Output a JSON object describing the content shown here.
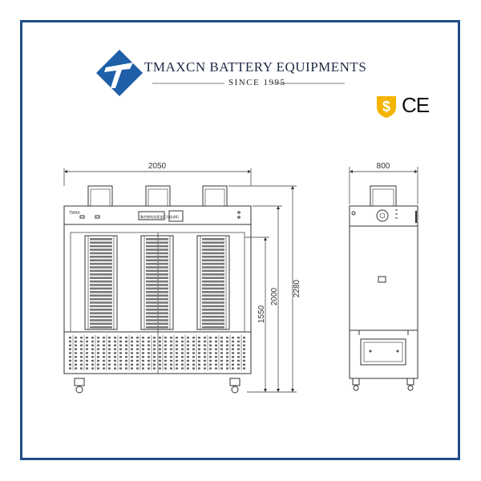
{
  "brand": {
    "name": "TMAXCN BATTERY EQUIPMENTS",
    "since": "SINCE 1995",
    "logo_color": "#1f5fa8",
    "frame_color": "#1f4e86"
  },
  "certifications": {
    "sgs_icon": "sgs-shield-icon",
    "ce_mark": "CE"
  },
  "drawing": {
    "front": {
      "width_label": "2050",
      "height_overall_label": "2280",
      "height_cabinet_label": "2000",
      "height_rack_label": "1550",
      "panel_title": "聚合物电池高温压力化成柜",
      "panel_badge": "TMAX"
    },
    "side": {
      "width_label": "800"
    }
  }
}
